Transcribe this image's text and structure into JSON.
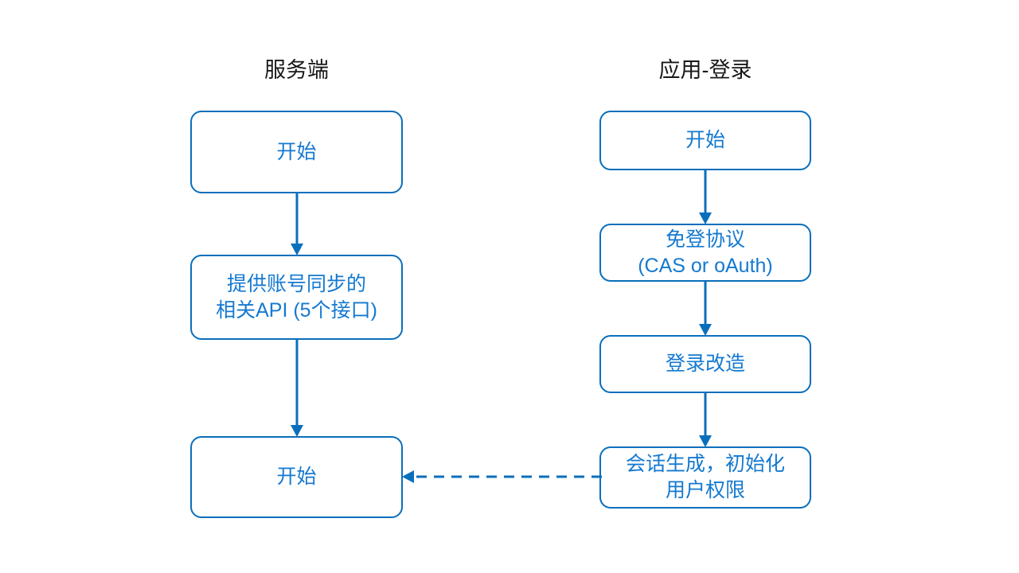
{
  "diagram": {
    "title_left": "服务端",
    "title_right": "应用-登录",
    "accent_border": "#0a6fbb",
    "accent_text": "#1479d0",
    "background": "#ffffff",
    "lanes": [
      {
        "id": "server",
        "label": "服务端",
        "nodes": [
          {
            "id": "server-start",
            "label": "开始"
          },
          {
            "id": "server-api",
            "label": "提供账号同步的\n相关API (5个接口)"
          },
          {
            "id": "server-end",
            "label": "开始"
          }
        ]
      },
      {
        "id": "app-login",
        "label": "应用-登录",
        "nodes": [
          {
            "id": "app-start",
            "label": "开始"
          },
          {
            "id": "app-protocol",
            "label": "免登协议\n(CAS or oAuth)"
          },
          {
            "id": "app-login-refit",
            "label": "登录改造"
          },
          {
            "id": "app-session",
            "label": "会话生成，初始化\n用户权限"
          }
        ]
      }
    ],
    "connectors": [
      {
        "id": "server-start-to-api",
        "style": "solid",
        "direction": "down"
      },
      {
        "id": "server-api-to-end",
        "style": "solid",
        "direction": "down"
      },
      {
        "id": "app-start-to-protocol",
        "style": "solid",
        "direction": "down"
      },
      {
        "id": "app-protocol-to-refit",
        "style": "solid",
        "direction": "down"
      },
      {
        "id": "app-refit-to-session",
        "style": "solid",
        "direction": "down"
      },
      {
        "id": "app-session-to-server-end",
        "style": "dashed",
        "direction": "left"
      }
    ]
  }
}
